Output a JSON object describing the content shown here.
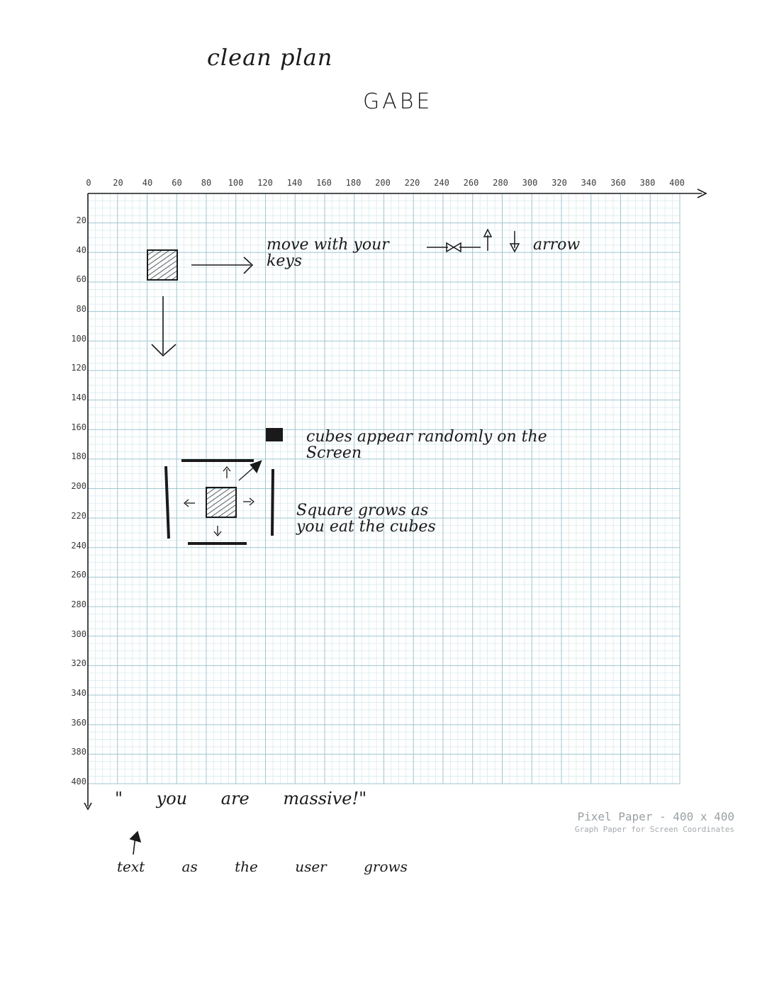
{
  "header": {
    "title": "clean plan",
    "author": "GABE"
  },
  "axis": {
    "x_ticks": [
      "0",
      "20",
      "40",
      "60",
      "80",
      "100",
      "120",
      "140",
      "160",
      "180",
      "200",
      "220",
      "240",
      "260",
      "280",
      "300",
      "320",
      "340",
      "360",
      "380",
      "400"
    ],
    "y_ticks": [
      "20",
      "40",
      "60",
      "80",
      "100",
      "120",
      "140",
      "160",
      "180",
      "200",
      "220",
      "240",
      "260",
      "280",
      "300",
      "320",
      "340",
      "360",
      "380",
      "400"
    ]
  },
  "annotations": {
    "movement": {
      "line1": "move  with  your",
      "line2": "keys",
      "tail": "arrow"
    },
    "cubes": {
      "line1": "cubes  appear  randomly  on the",
      "line2": "Screen"
    },
    "grow": {
      "line1": "Square  grows  as",
      "line2": "you  eat  the  cubes"
    }
  },
  "footer_quote": "\" you are massive!\"",
  "footer_note": "text as the user grows",
  "branding": {
    "title": "Pixel Paper - 400 x 400",
    "subtitle": "Graph Paper for Screen Coordinates"
  },
  "colors": {
    "grid_minor": "#d4e7ec",
    "grid_major": "#9fc6d1",
    "ink": "#1a1a1a"
  }
}
